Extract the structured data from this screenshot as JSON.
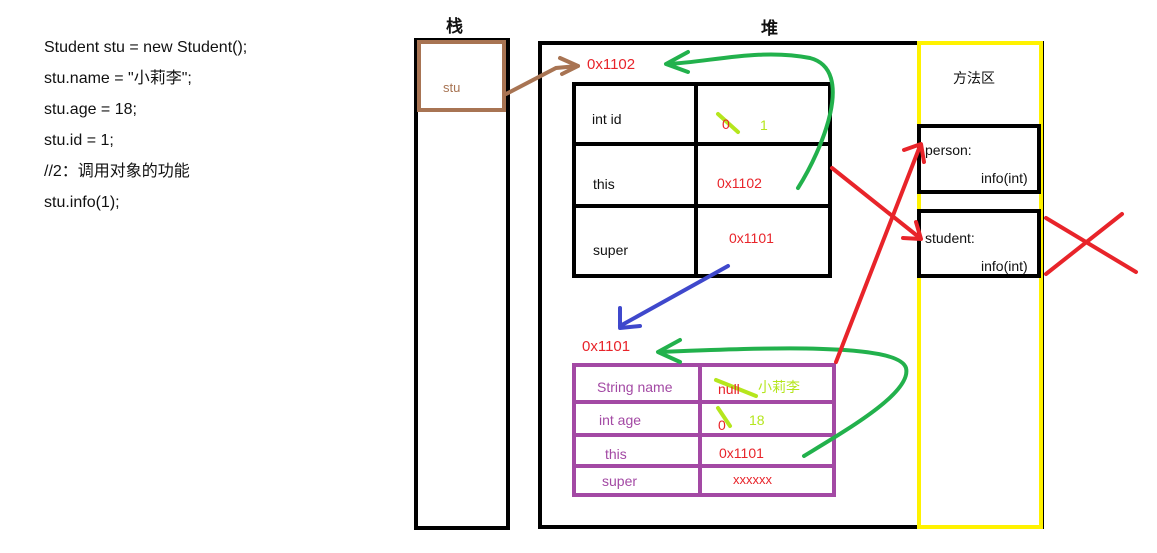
{
  "code_lines": [
    "Student stu = new Student();",
    "stu.name = \"小莉李\";",
    "stu.age = 18;",
    "stu.id = 1;",
    "//2：调用对象的功能",
    "stu.info(1);"
  ],
  "stack": {
    "title": "栈",
    "var": "stu"
  },
  "heap": {
    "title": "堆"
  },
  "method_area": {
    "title": "方法区",
    "person": {
      "name": "person:",
      "method": "info(int)"
    },
    "student": {
      "name": "student:",
      "method": "info(int)"
    }
  },
  "student_obj": {
    "address": "0x1102",
    "rows": [
      {
        "field": "int id",
        "old": "0",
        "value": "1"
      },
      {
        "field": "this",
        "value": "0x1102"
      },
      {
        "field": "super",
        "value": "0x1101"
      }
    ]
  },
  "person_obj": {
    "address": "0x1101",
    "rows": [
      {
        "field": "String name",
        "old": "null",
        "value": "小莉李"
      },
      {
        "field": "int age",
        "old": "0",
        "value": "18"
      },
      {
        "field": "this",
        "value": "0x1101"
      },
      {
        "field": "super",
        "value": "xxxxxx"
      }
    ]
  },
  "colors": {
    "brown": "#a87453",
    "red": "#e8242a",
    "green": "#22b14c",
    "blue": "#3f48cc",
    "purple": "#a349a4",
    "lime": "#b5e61d",
    "yellow": "#fff200"
  }
}
